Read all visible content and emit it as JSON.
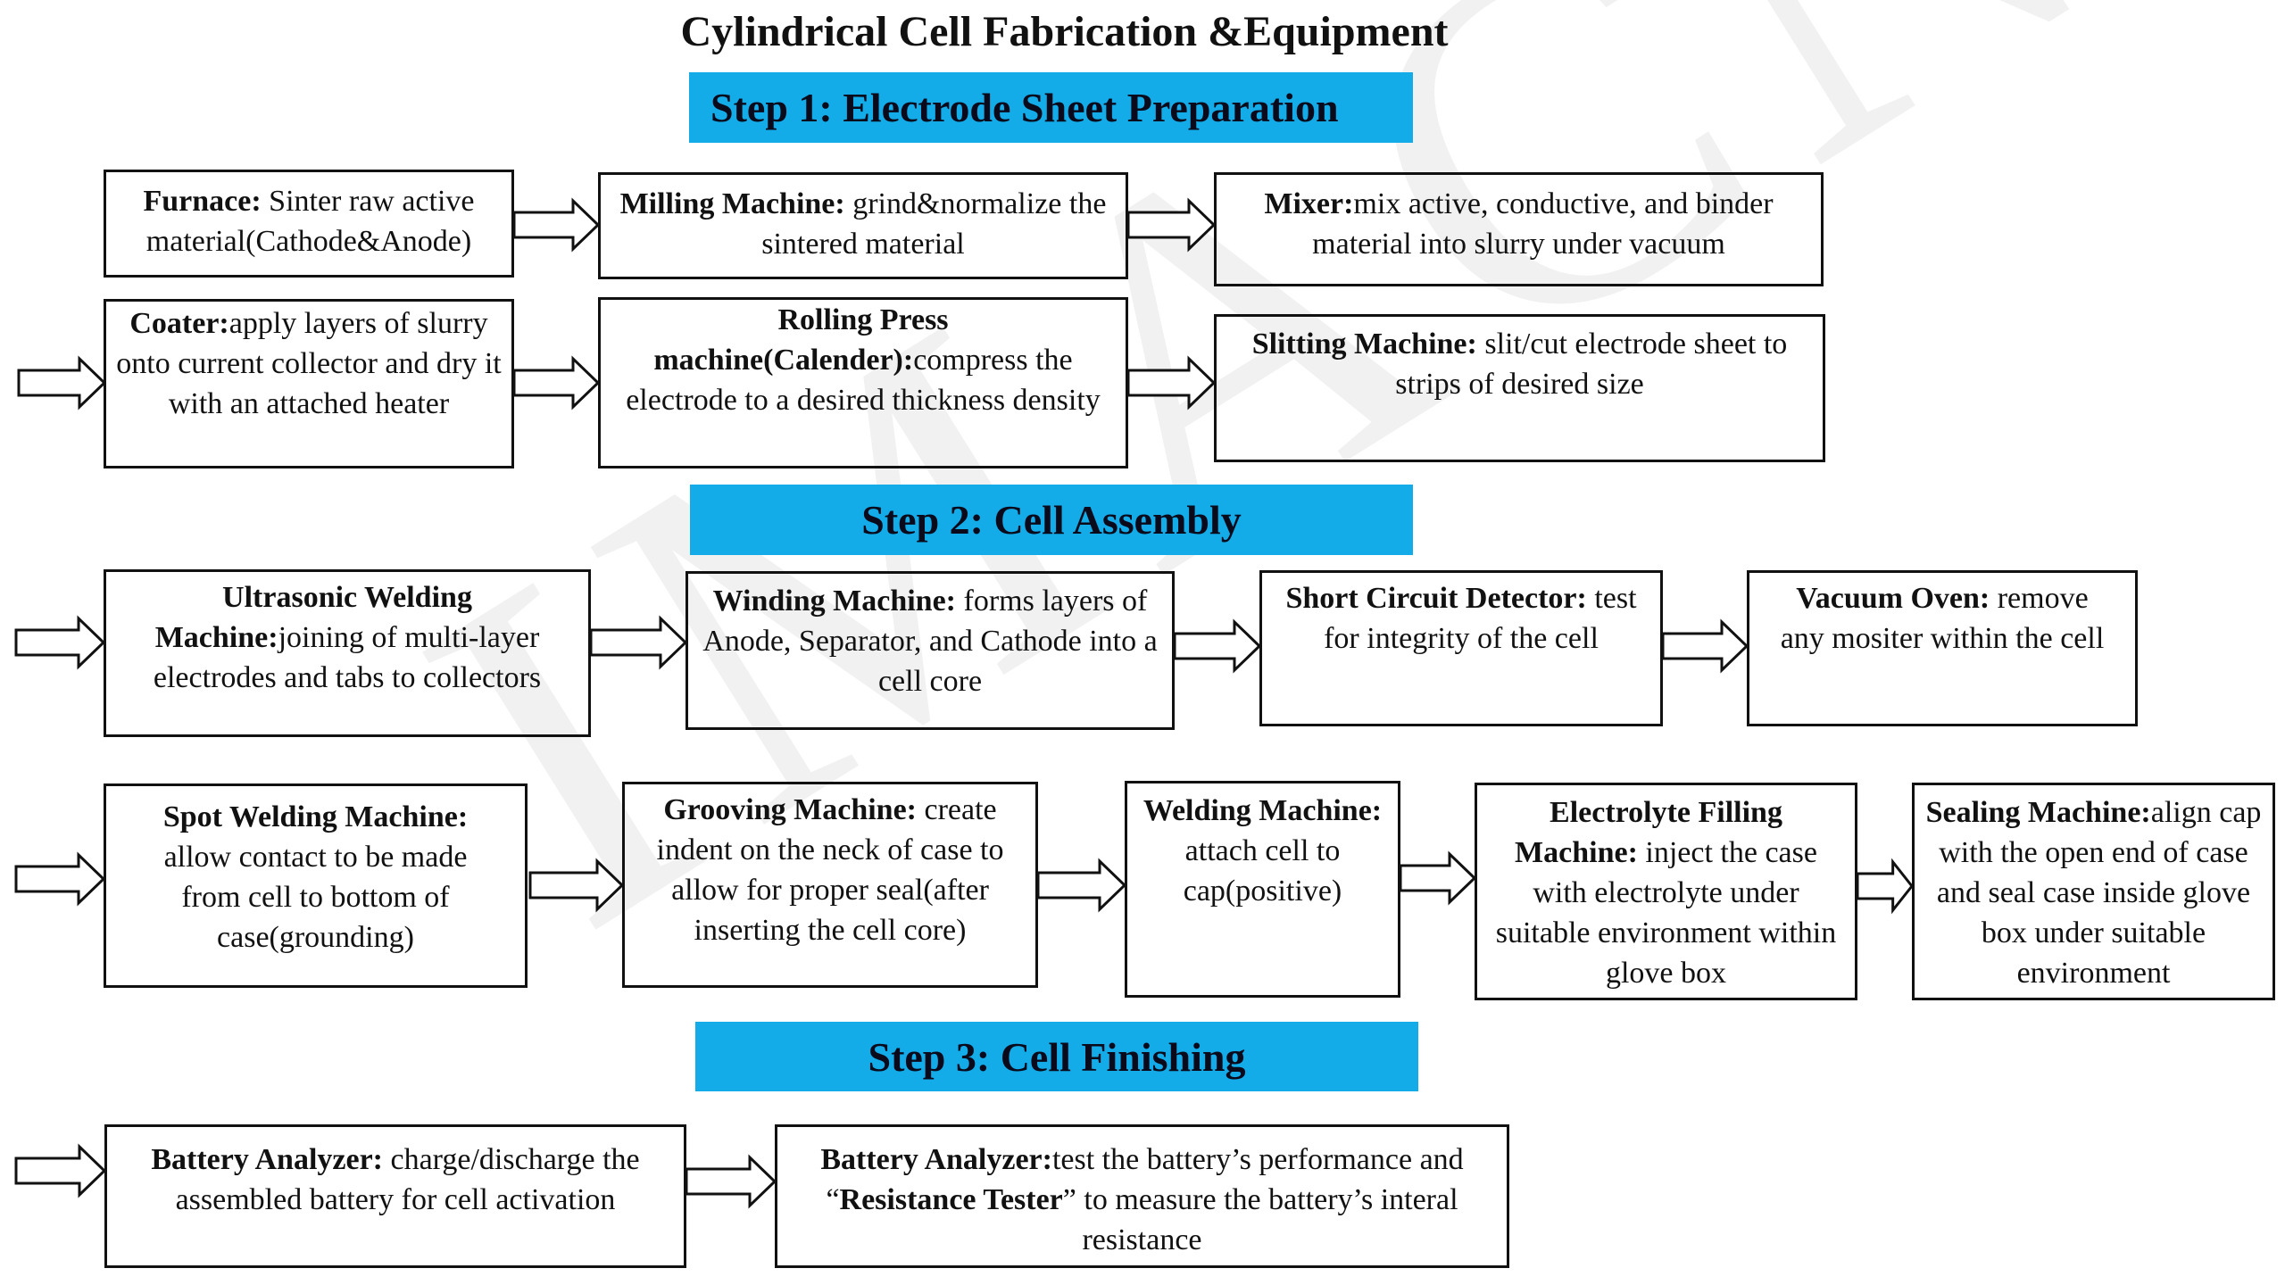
{
  "title": "Cylindrical Cell Fabrication &Equipment",
  "watermark": "IMACN",
  "colors": {
    "banner": "#13abe8",
    "border": "#111111",
    "watermark": "#f1f1f1"
  },
  "steps": [
    {
      "label": "Step 1: Electrode Sheet Preparation"
    },
    {
      "label": "Step 2: Cell Assembly"
    },
    {
      "label": "Step 3: Cell Finishing"
    }
  ],
  "boxes": {
    "furnace": {
      "bold": "Furnace:",
      "text": " Sinter raw active material(Cathode&Anode)"
    },
    "milling": {
      "bold": "Milling Machine:",
      "text": " grind&normalize the sintered material"
    },
    "mixer": {
      "bold": "Mixer:",
      "text": "mix active, conductive, and binder material into slurry under vacuum"
    },
    "coater": {
      "bold": "Coater:",
      "text": "apply layers of slurry onto current collector and dry it with an attached heater"
    },
    "rolling": {
      "bold": "Rolling Press machine(Calender):",
      "text": "compress the electrode to a desired thickness density"
    },
    "slitting": {
      "bold": "Slitting Machine:",
      "text": " slit/cut electrode sheet to strips of desired size"
    },
    "ultrasonic": {
      "bold": "Ultrasonic Welding Machine:",
      "text": "joining of multi-layer electrodes and tabs to collectors"
    },
    "winding": {
      "bold": "Winding Machine:",
      "text": " forms layers of Anode, Separator, and Cathode into a cell core"
    },
    "short_circuit": {
      "bold": "Short Circuit Detector:",
      "text": " test for integrity of the cell"
    },
    "vacuum_oven": {
      "bold": "Vacuum Oven:",
      "text": " remove any mositer within the cell"
    },
    "spot_welding": {
      "bold": "Spot Welding Machine:",
      "text": " allow contact to be made from cell to bottom of case(grounding)"
    },
    "grooving": {
      "bold": "Grooving Machine:",
      "text": " create indent on the neck of case to allow for proper seal(after inserting the cell core)"
    },
    "welding": {
      "bold": "Welding Machine:",
      "text": " attach cell to cap(positive)"
    },
    "electrolyte": {
      "bold": "Electrolyte Filling Machine:",
      "text": " inject the case with electrolyte under suitable environment within glove box"
    },
    "sealing": {
      "bold": "Sealing Machine:",
      "text": "align cap with the open end of case and seal case inside glove box under suitable environment"
    },
    "analyzer1": {
      "bold": "Battery Analyzer:",
      "text": " charge/discharge the assembled battery for cell activation"
    },
    "analyzer2": {
      "bold": "Battery Analyzer:",
      "text": "test the battery’s performance and “",
      "bold2": "Resistance Tester",
      "text2": "” to measure the battery’s interal resistance"
    }
  }
}
